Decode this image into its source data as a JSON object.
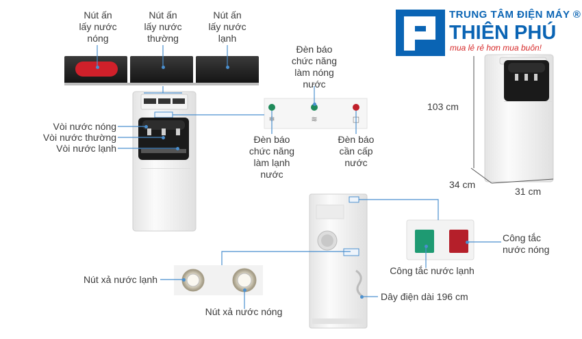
{
  "brand": {
    "line1": "TRUNG TÂM ĐIỆN MÁY ®",
    "line2": "THIÊN PHÚ",
    "slogan": "mua lẻ rẻ hơn mua buôn!",
    "color_primary": "#0a64b4",
    "color_accent": "#d62828"
  },
  "labels": {
    "btn_hot": "Nút ấn\nlấy nước\nnóng",
    "btn_normal": "Nút ấn\nlấy nước\nthường",
    "btn_cold": "Nút ấn\nlấy nước\nlạnh",
    "light_heat": "Đèn báo\nchức năng\nlàm nóng\nnước",
    "light_cool": "Đèn báo\nchức năng\nlàm lạnh\nnước",
    "light_emergency": "Đèn báo\ncần cấp\nnước",
    "tap_hot": "Vòi nước nóng",
    "tap_normal": "Vòi nước thường",
    "tap_cold": "Vòi nước lạnh",
    "switch_hot": "Công tắc\nnước nóng",
    "switch_cold": "Công tắc nước lạnh",
    "cord": "Dây điện dài 196 cm",
    "drain_cold": "Nút xả nước lạnh",
    "drain_hot": "Nút xả nước nóng"
  },
  "dimensions": {
    "height": "103 cm",
    "depth": "34 cm",
    "width": "31 cm"
  },
  "colors": {
    "leader_line": "#4a8fcf",
    "hot_red": "#d0202a",
    "indicator_green": "#1f8a5a"
  }
}
